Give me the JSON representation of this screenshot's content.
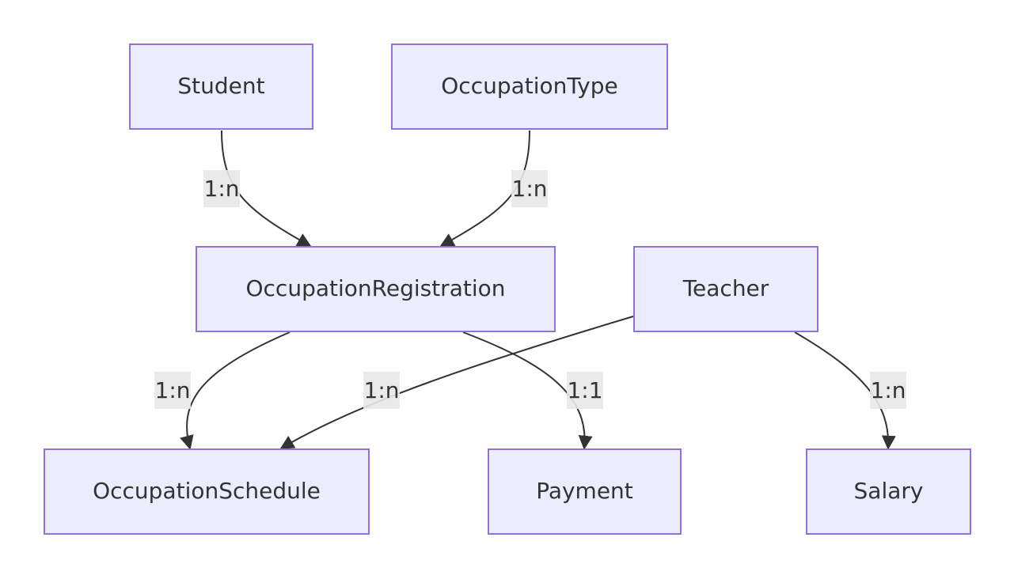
{
  "nodes": {
    "student": "Student",
    "occupation_type": "OccupationType",
    "occupation_registration": "OccupationRegistration",
    "teacher": "Teacher",
    "occupation_schedule": "OccupationSchedule",
    "payment": "Payment",
    "salary": "Salary"
  },
  "edges": [
    {
      "from": "Student",
      "to": "OccupationRegistration",
      "label": "1:n"
    },
    {
      "from": "OccupationType",
      "to": "OccupationRegistration",
      "label": "1:n"
    },
    {
      "from": "OccupationRegistration",
      "to": "OccupationSchedule",
      "label": "1:n"
    },
    {
      "from": "Teacher",
      "to": "OccupationSchedule",
      "label": "1:n"
    },
    {
      "from": "OccupationRegistration",
      "to": "Payment",
      "label": "1:1"
    },
    {
      "from": "Teacher",
      "to": "Salary",
      "label": "1:n"
    }
  ],
  "colors": {
    "node_fill": "#ECECFF",
    "node_stroke": "#9370DB",
    "edge": "#333333",
    "label_bg": "#e8e8e8",
    "text": "#333333"
  }
}
